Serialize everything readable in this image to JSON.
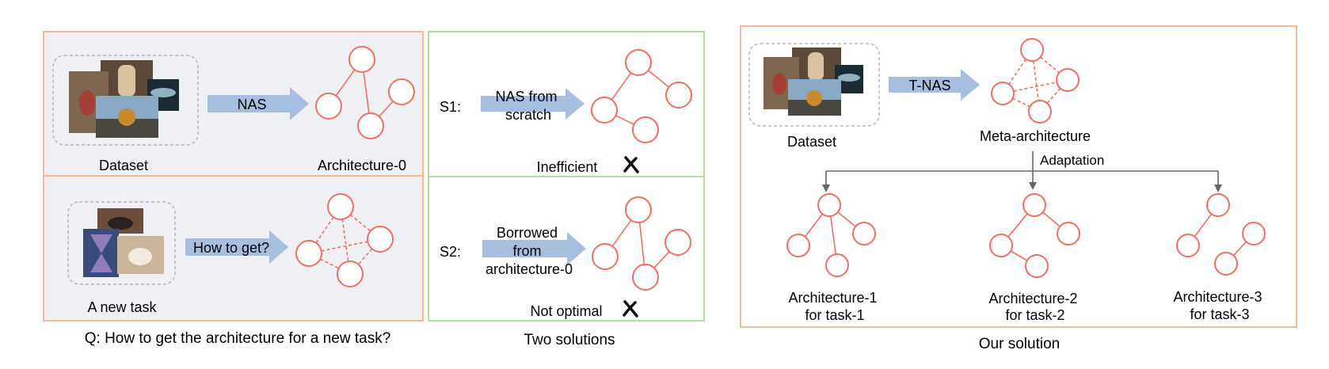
{
  "colors": {
    "panel_border_orange": "#f6b995",
    "panel_border_green": "#b6dca6",
    "panel_fill_gray": "#eff0f3",
    "node_stroke": "#ee6f64",
    "arrow_fill": "#a7bfdf",
    "connector": "#666666",
    "cross": "#111111"
  },
  "problem_panel": {
    "top": {
      "arrow_label": "NAS",
      "left_caption": "Dataset",
      "right_caption": "Architecture-0"
    },
    "bottom": {
      "arrow_label": "How to get?",
      "left_caption": "A new task"
    },
    "caption": "Q: How to get the architecture for a new task?"
  },
  "solutions_panel": {
    "s1": {
      "tag": "S1:",
      "arrow_label_lines": [
        "NAS from",
        "scratch"
      ],
      "verdict": "Inefficient",
      "verdict_icon": "cross-icon"
    },
    "s2": {
      "tag": "S2:",
      "arrow_label_lines": [
        "Borrowed",
        "from",
        "architecture-0"
      ],
      "verdict": "Not optimal",
      "verdict_icon": "cross-icon"
    },
    "caption": "Two solutions"
  },
  "our_panel": {
    "arrow_label": "T-NAS",
    "dataset_caption": "Dataset",
    "meta_caption": "Meta-architecture",
    "adaptation_label": "Adaptation",
    "architectures": [
      {
        "lines": [
          "Architecture-1",
          "for task-1"
        ]
      },
      {
        "lines": [
          "Architecture-2",
          "for task-2"
        ]
      },
      {
        "lines": [
          "Architecture-3",
          "for task-3"
        ]
      }
    ],
    "caption": "Our solution"
  }
}
